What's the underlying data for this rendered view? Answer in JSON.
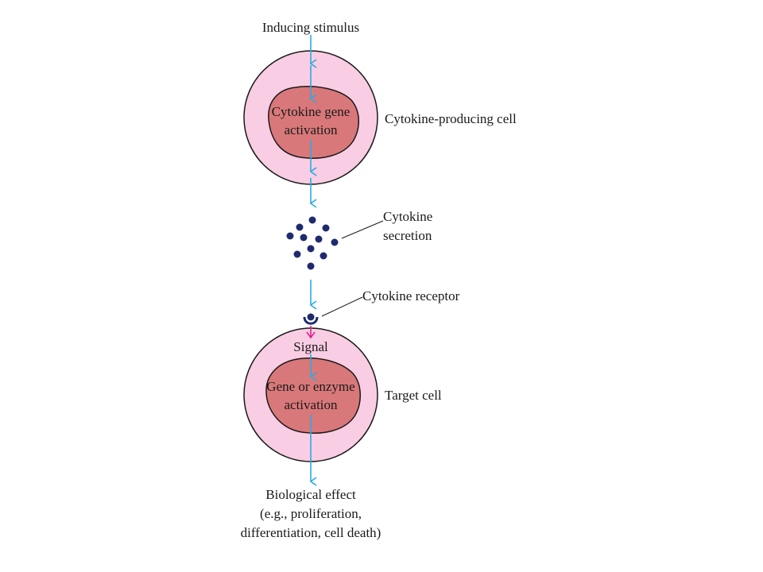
{
  "labels": {
    "stimulus": "Inducing stimulus",
    "producing_cell": "Cytokine-producing cell",
    "gene_activation_1": "Cytokine gene",
    "gene_activation_2": "activation",
    "secretion_1": "Cytokine",
    "secretion_2": "secretion",
    "receptor": "Cytokine receptor",
    "signal": "Signal",
    "target_cell": "Target cell",
    "target_activation_1": "Gene or enzyme",
    "target_activation_2": "activation",
    "effect_1": "Biological effect",
    "effect_2": "(e.g., proliferation,",
    "effect_3": "differentiation, cell death)"
  },
  "colors": {
    "cell_fill": "#f9cde3",
    "nucleus_fill": "#d9787a",
    "outline": "#1a1a1a",
    "arrow": "#29abe2",
    "signal_arrow": "#e0218a",
    "cytokine_dot": "#1f2a6e"
  }
}
